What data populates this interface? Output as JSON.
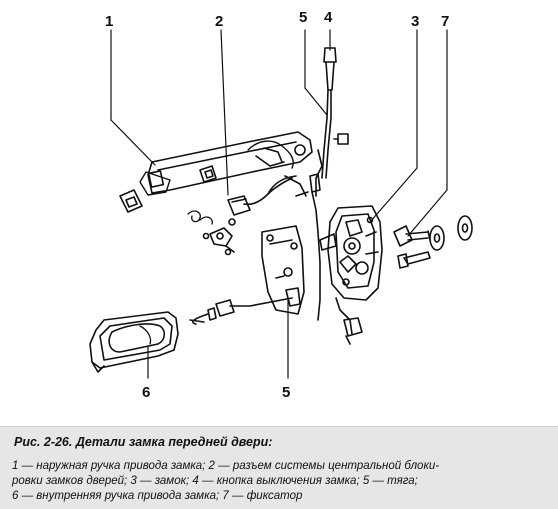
{
  "figure": {
    "labels": [
      {
        "id": "1",
        "text": "1"
      },
      {
        "id": "2",
        "text": "2"
      },
      {
        "id": "5top",
        "text": "5"
      },
      {
        "id": "4",
        "text": "4"
      },
      {
        "id": "3",
        "text": "3"
      },
      {
        "id": "7",
        "text": "7"
      },
      {
        "id": "6",
        "text": "6"
      },
      {
        "id": "5bot",
        "text": "5"
      }
    ],
    "caption_title": "Рис. 2-26. Детали замка передней двери:",
    "legend_lines": [
      "1 — наружная ручка привода замка; 2 — разъем системы центральной блоки-",
      "ровки замков дверей; 3 — замок; 4 — кнопка выключения замка; 5 — тяга;",
      "6 — внутренняя ручка привода замка; 7 — фиксатор"
    ]
  }
}
